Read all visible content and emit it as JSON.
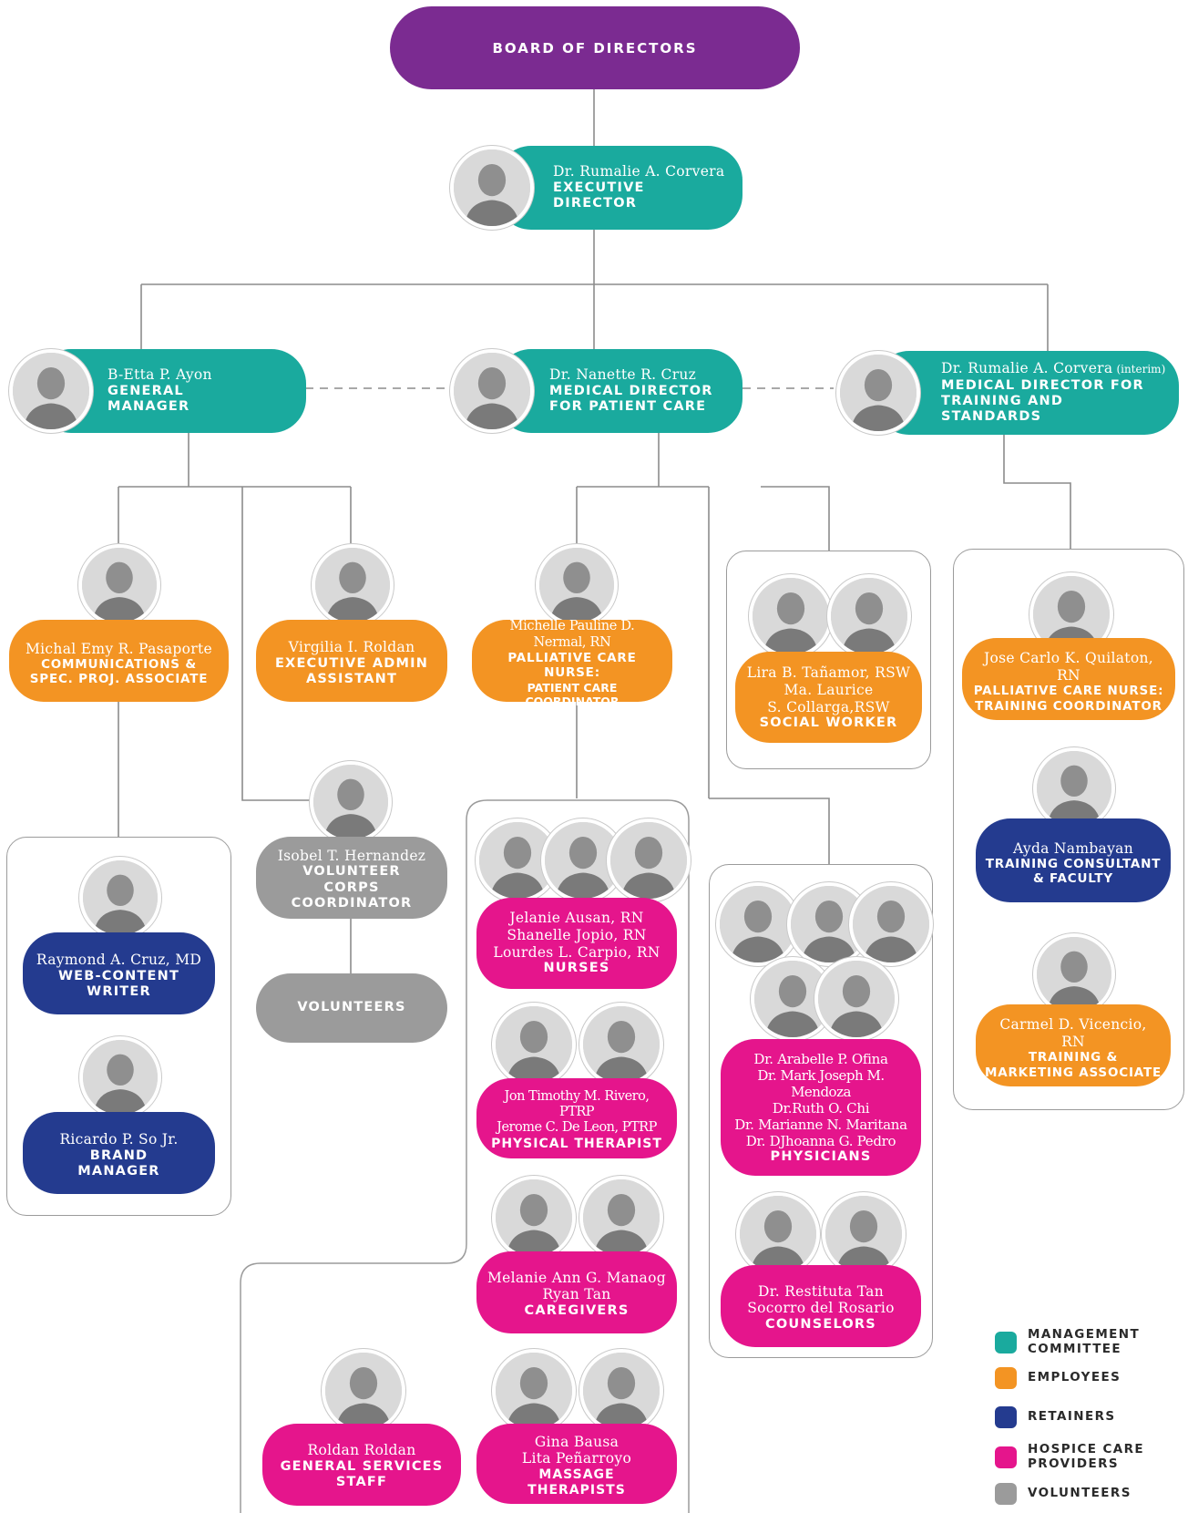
{
  "board": {
    "label": "BOARD OF DIRECTORS"
  },
  "executive": {
    "name": "Dr. Rumalie A. Corvera",
    "role": "EXECUTIVE DIRECTOR"
  },
  "general_manager": {
    "name": "B-Etta P. Ayon",
    "role": "GENERAL MANAGER"
  },
  "medical_director": {
    "name": "Dr. Nanette R. Cruz",
    "role": "MEDICAL DIRECTOR FOR PATIENT CARE"
  },
  "training_director": {
    "name": "Dr. Rumalie A. Corvera",
    "name_suffix": "(interim)",
    "role": "MEDICAL DIRECTOR FOR TRAINING AND STANDARDS"
  },
  "communications": {
    "name": "Michal Emy R. Pasaporte",
    "role": "COMMUNICATIONS & SPEC. PROJ. ASSOCIATE"
  },
  "exec_admin": {
    "name": "Virgilia I. Roldan",
    "role": "EXECUTIVE ADMIN ASSISTANT"
  },
  "volunteer_coordinator": {
    "name": "Isobel T. Hernandez",
    "role": "VOLUNTEER CORPS COORDINATOR"
  },
  "volunteers": {
    "label": "VOLUNTEERS"
  },
  "web_writer": {
    "name": "Raymond A. Cruz, MD",
    "role": "WEB-CONTENT WRITER"
  },
  "brand_manager": {
    "name": "Ricardo P. So Jr.",
    "role": "BRAND MANAGER"
  },
  "patient_care_coordinator": {
    "name": "Michelle Pauline D. Nermal, RN",
    "role_line1": "PALLIATIVE CARE NURSE:",
    "role_line2": "PATIENT CARE COORDINATOR"
  },
  "social_worker": {
    "name1": "Lira B. Tañamor, RSW",
    "name2": "Ma. Laurice",
    "name3": "S. Collarga,RSW",
    "role": "SOCIAL WORKER"
  },
  "training_coordinator": {
    "name": "Jose Carlo K. Quilaton, RN",
    "role": "PALLIATIVE CARE NURSE: TRAINING COORDINATOR"
  },
  "training_consultant": {
    "name": "Ayda Nambayan",
    "role": "TRAINING CONSULTANT & FACULTY"
  },
  "training_marketing": {
    "name": "Carmel D. Vicencio, RN",
    "role": "TRAINING & MARKETING ASSOCIATE"
  },
  "nurses": {
    "names": [
      "Jelanie Ausan, RN",
      "Shanelle Jopio, RN",
      "Lourdes L. Carpio, RN"
    ],
    "role": "NURSES"
  },
  "physical_therapists": {
    "names": [
      "Jon Timothy M. Rivero, PTRP",
      "Jerome C. De Leon, PTRP"
    ],
    "role": "PHYSICAL THERAPIST"
  },
  "caregivers": {
    "names": [
      "Melanie Ann G. Manaog",
      "Ryan Tan"
    ],
    "role": "CAREGIVERS"
  },
  "massage_therapists": {
    "names": [
      "Gina Bausa",
      "Lita Peñarroyo"
    ],
    "role": "MASSAGE THERAPISTS"
  },
  "general_services": {
    "name": "Roldan Roldan",
    "role": "GENERAL SERVICES STAFF"
  },
  "physicians": {
    "names": [
      "Dr. Arabelle P. Ofina",
      "Dr. Mark Joseph M. Mendoza",
      "Dr.Ruth O. Chi",
      "Dr. Marianne N. Maritana",
      "Dr. DJhoanna G. Pedro"
    ],
    "role": "PHYSICIANS"
  },
  "counselors": {
    "names": [
      "Dr. Restituta Tan",
      "Socorro del Rosario"
    ],
    "role": "COUNSELORS"
  },
  "legend": [
    {
      "label": "MANAGEMENT COMMITTEE",
      "color": "#1aaa9e"
    },
    {
      "label": "EMPLOYEES",
      "color": "#f39423"
    },
    {
      "label": "RETAINERS",
      "color": "#243b8f"
    },
    {
      "label": "HOSPICE CARE PROVIDERS",
      "color": "#e5158c"
    },
    {
      "label": "VOLUNTEERS",
      "color": "#9b9b9b"
    }
  ]
}
